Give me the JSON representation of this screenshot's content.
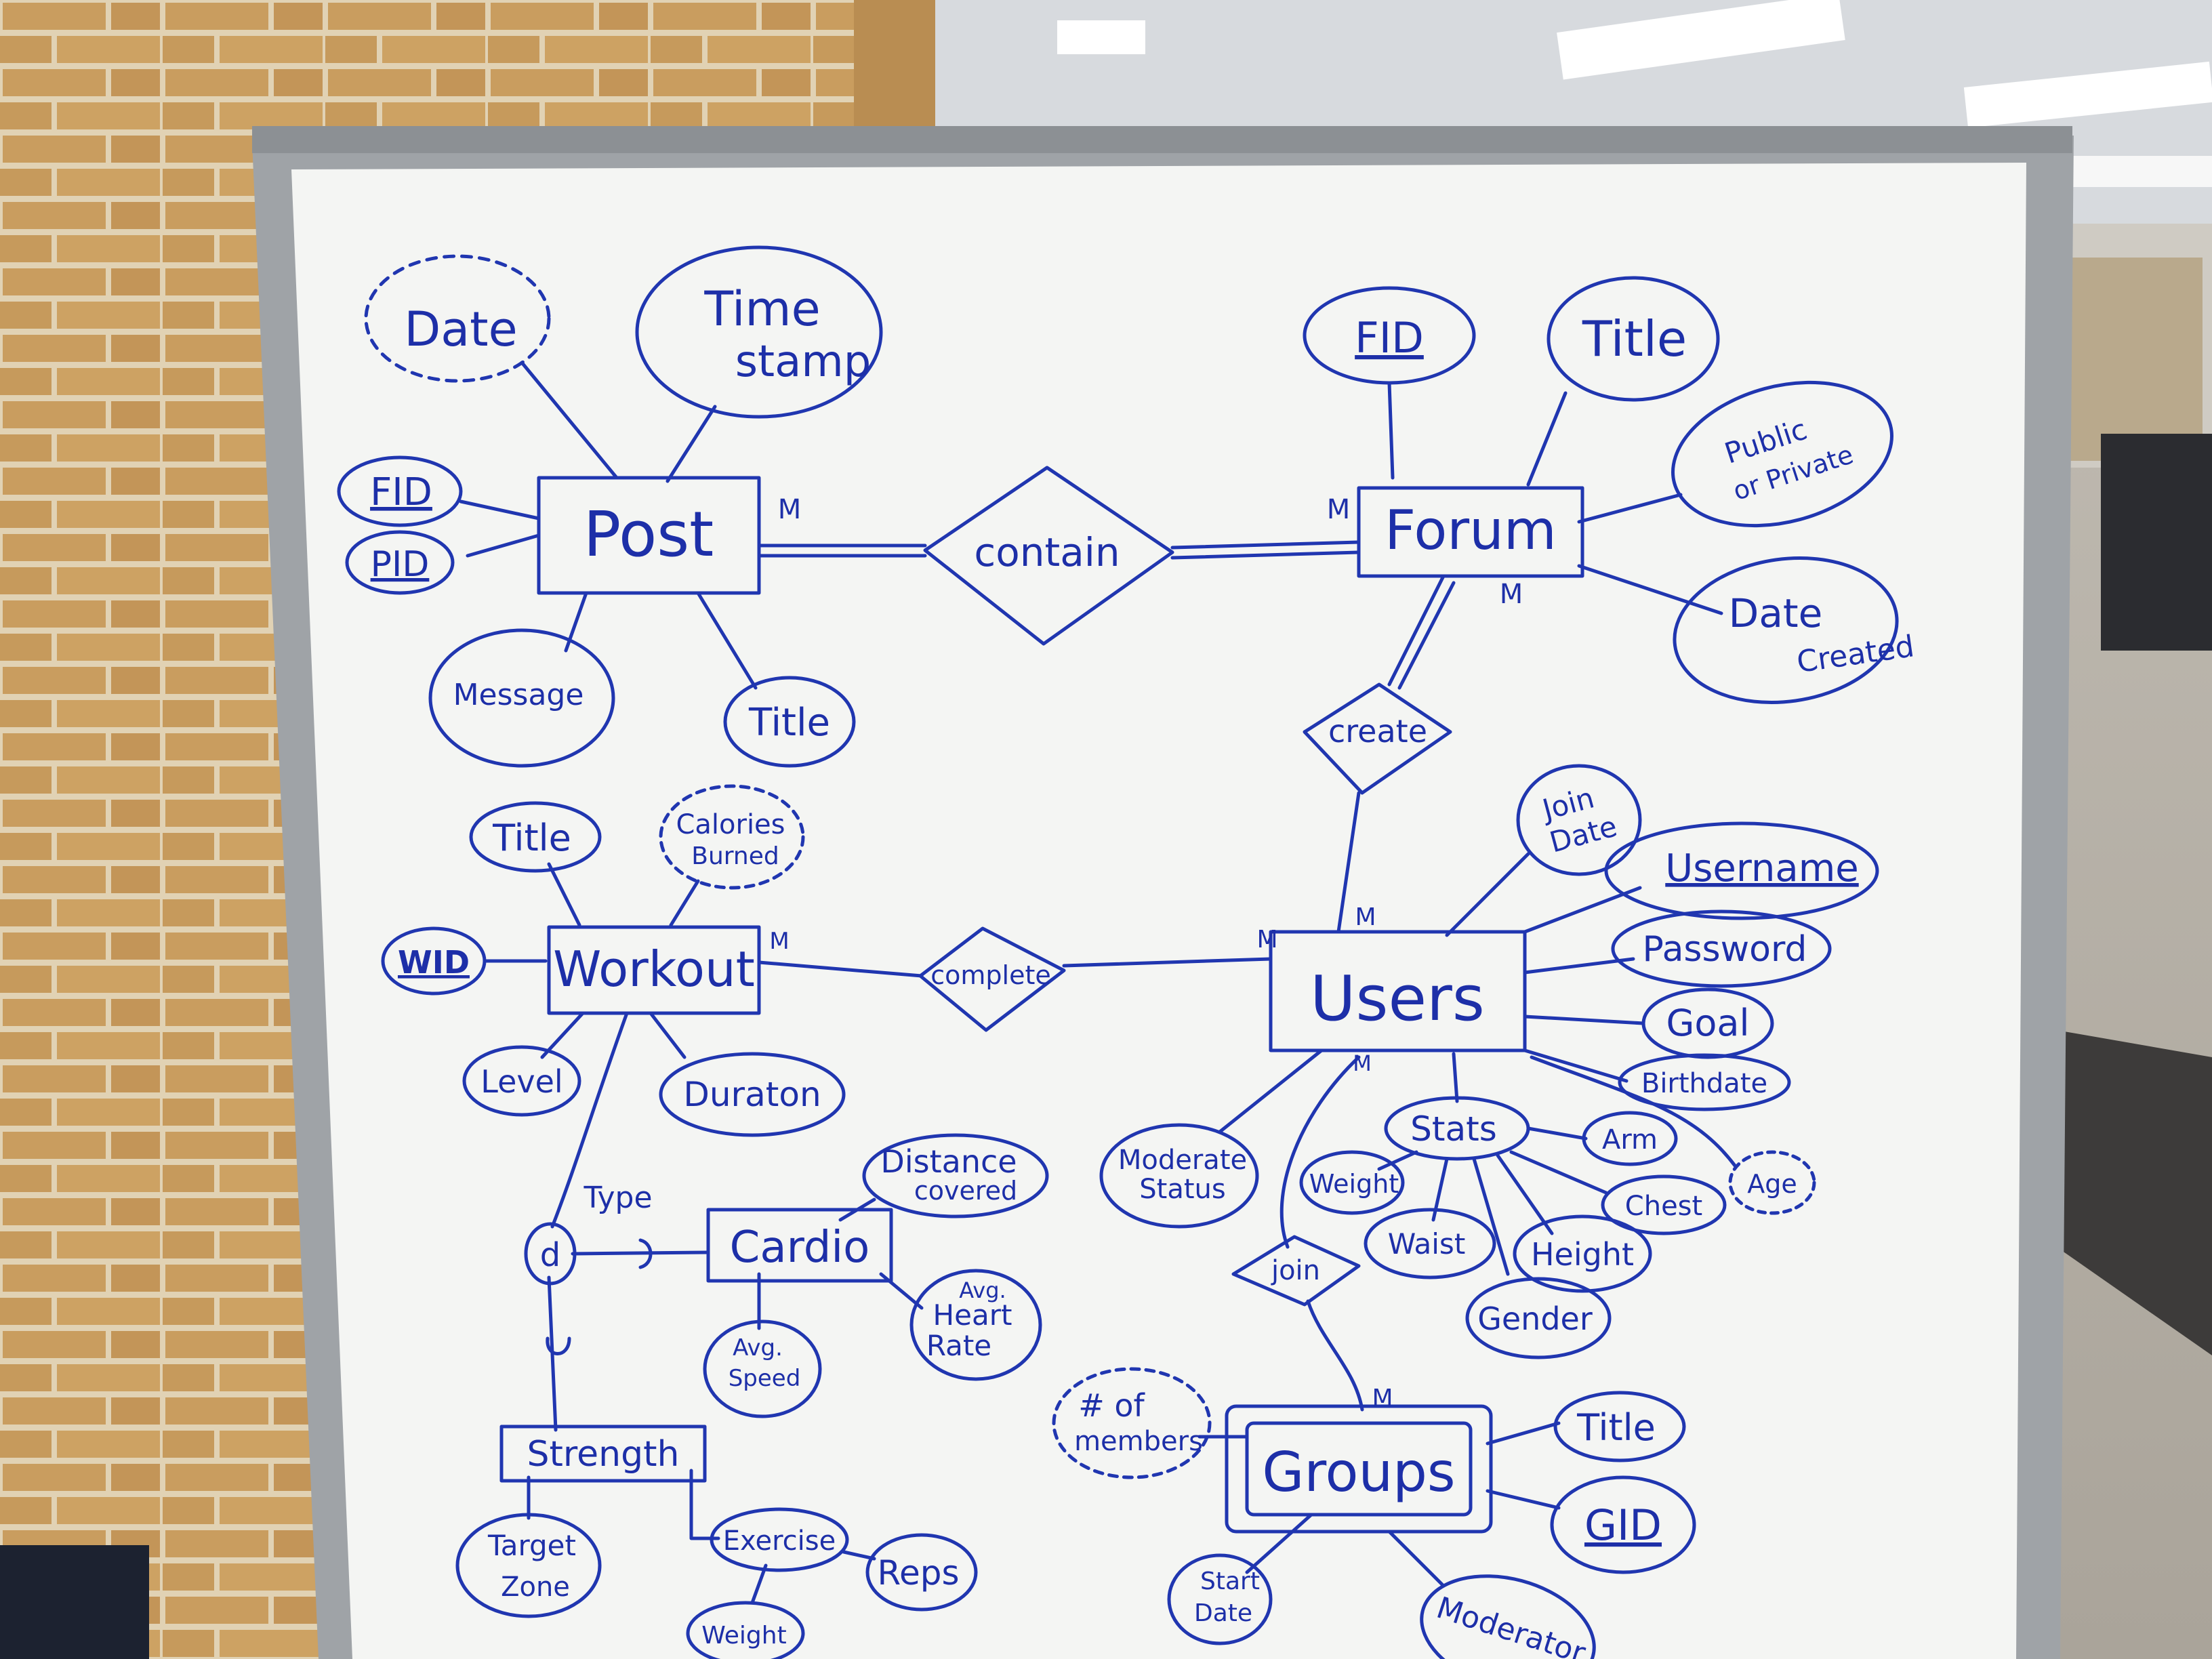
{
  "colors": {
    "ink": "#2036b0",
    "board": "#f4f5f3",
    "frame": "#a7aaad",
    "brick": "#c69b5e",
    "mortar": "#e1d2b4",
    "carpet": "#b6b0a6",
    "ceiling": "#dcdfe2"
  },
  "entities": {
    "post": "Post",
    "forum": "Forum",
    "workout": "Workout",
    "users": "Users",
    "cardio": "Cardio",
    "strength": "Strength",
    "groups": "Groups"
  },
  "relationships": {
    "contain": "contain",
    "create": "create",
    "complete": "complete",
    "join": "join",
    "disjoint": "d",
    "type": "Type"
  },
  "attributes": {
    "post_date": "Date",
    "post_timestamp_1": "Time",
    "post_timestamp_2": "stamp",
    "post_fid": "FID",
    "post_pid": "PID",
    "post_message": "Message",
    "post_title": "Title",
    "forum_fid": "FID",
    "forum_title": "Title",
    "forum_public_1": "Public",
    "forum_public_2": "or Private",
    "forum_date_1": "Date",
    "forum_date_2": "Created",
    "workout_title": "Title",
    "workout_calories_1": "Calories",
    "workout_calories_2": "Burned",
    "workout_wid": "WID",
    "workout_level": "Level",
    "workout_duration": "Duraton",
    "users_join_1": "Join",
    "users_join_2": "Date",
    "users_username": "Username",
    "users_password": "Password",
    "users_goal": "Goal",
    "users_birthdate": "Birthdate",
    "users_age": "Age",
    "users_moderate_1": "Moderate",
    "users_moderate_2": "Status",
    "stats": "Stats",
    "stats_arm": "Arm",
    "stats_weight": "Weight",
    "stats_chest": "Chest",
    "stats_waist": "Waist",
    "stats_height": "Height",
    "stats_gender": "Gender",
    "cardio_distance_1": "Distance",
    "cardio_distance_2": "covered",
    "cardio_hr_1": "Avg.",
    "cardio_hr_2": "Heart",
    "cardio_hr_3": "Rate",
    "cardio_speed_1": "Avg.",
    "cardio_speed_2": "Speed",
    "strength_target_1": "Target",
    "strength_target_2": "Zone",
    "strength_exercise": "Exercise",
    "strength_reps": "Reps",
    "strength_weight": "Weight",
    "groups_members_1": "# of",
    "groups_members_2": "members",
    "groups_title": "Title",
    "groups_gid": "GID",
    "groups_start_1": "Start",
    "groups_start_2": "Date",
    "groups_moderator": "Moderator"
  },
  "cardinality": {
    "post_contain": "M",
    "forum_contain": "M",
    "forum_create": "M",
    "users_create": "M",
    "workout_complete": "M",
    "users_complete": "M",
    "users_join": "M",
    "groups_join": "M"
  }
}
